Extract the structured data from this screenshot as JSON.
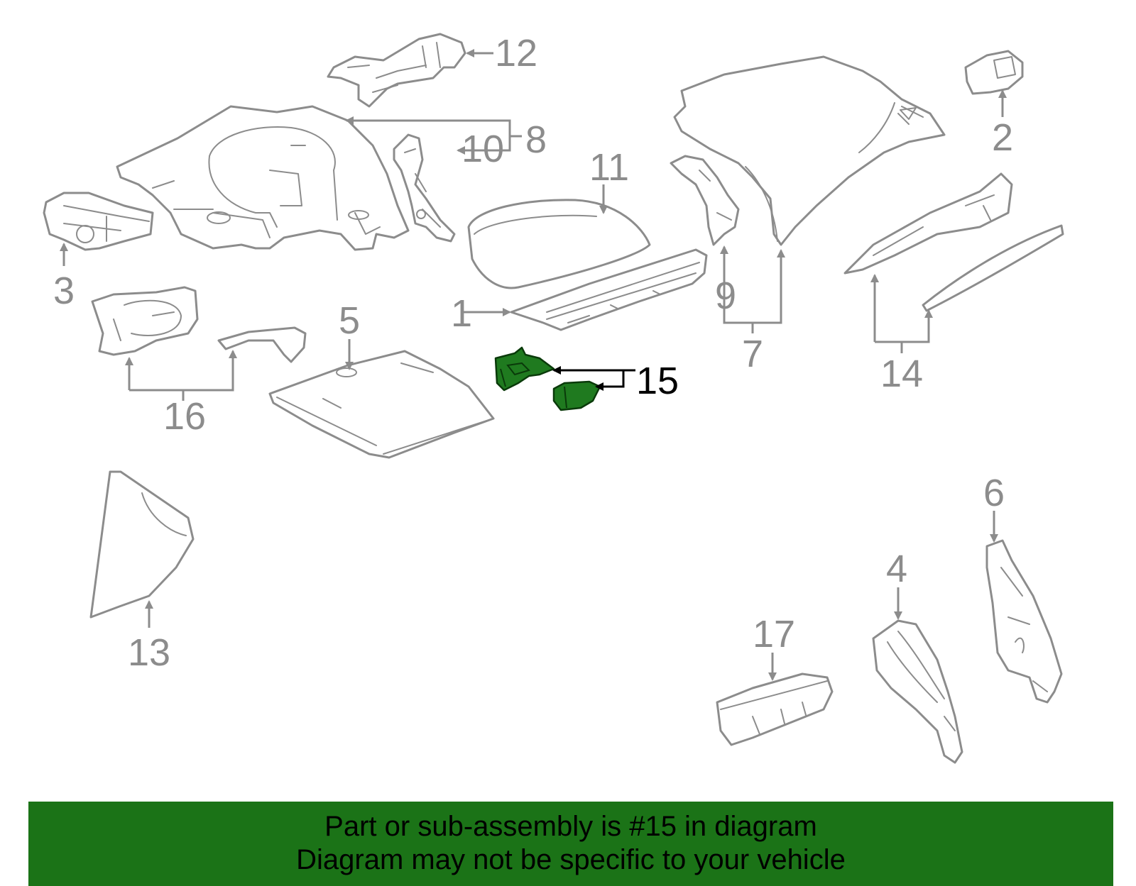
{
  "highlight_color": "#1f7a1f",
  "line_color": "#8c8c8c",
  "banner_color": "#1b7317",
  "callouts": {
    "c1": "1",
    "c2": "2",
    "c3": "3",
    "c4": "4",
    "c5": "5",
    "c6": "6",
    "c7": "7",
    "c8": "8",
    "c9": "9",
    "c10": "10",
    "c11": "11",
    "c12": "12",
    "c13": "13",
    "c14": "14",
    "c15": "15",
    "c16": "16",
    "c17": "17"
  },
  "highlighted_callout": "15",
  "banner": {
    "line1": "Part or sub-assembly is #15 in diagram",
    "line2": "Diagram may not be specific to your vehicle"
  }
}
